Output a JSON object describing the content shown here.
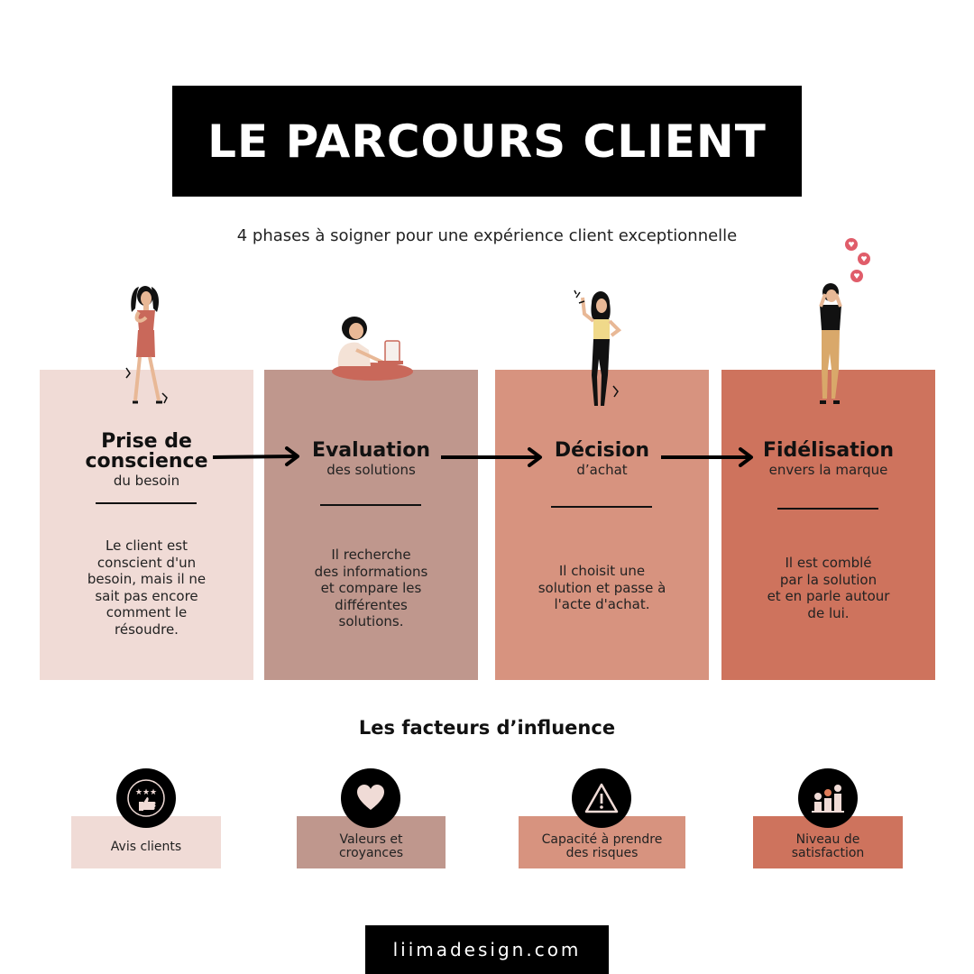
{
  "title": "LE PARCOURS CLIENT",
  "subtitle": "4 phases à soigner pour une expérience client exceptionnelle",
  "phases": [
    {
      "title_line1": "Prise de",
      "title_line2": "conscience",
      "sub": "du besoin",
      "desc": [
        "Le client est",
        "conscient d'un",
        "besoin, mais il ne",
        "sait pas encore",
        "comment le",
        "résoudre."
      ],
      "color": "#f0dbd6"
    },
    {
      "title_line1": "Evaluation",
      "sub": "des solutions",
      "desc": [
        "Il recherche",
        "des informations",
        "et compare les",
        "différentes",
        "solutions."
      ],
      "color": "#bf978d"
    },
    {
      "title_line1": "Décision",
      "sub": "d’achat",
      "desc": [
        "Il choisit une",
        "solution et passe à",
        "l'acte d'achat."
      ],
      "color": "#d7937f"
    },
    {
      "title_line1": "Fidélisation",
      "sub": "envers la marque",
      "desc": [
        "Il est comblé",
        "par la solution",
        "et en parle autour",
        "de lui."
      ],
      "color": "#ce735d"
    }
  ],
  "factors_title": "Les facteurs d’influence",
  "factors": [
    {
      "line1": "Avis clients",
      "line2": "",
      "icon": "stars-thumbs-up-icon",
      "color": "#f0dbd6"
    },
    {
      "line1": "Valeurs et",
      "line2": "croyances",
      "icon": "heart-icon",
      "color": "#bf978d"
    },
    {
      "line1": "Capacité à prendre",
      "line2": "des risques",
      "icon": "warning-icon",
      "color": "#d7937f"
    },
    {
      "line1": "Niveau de",
      "line2": "satisfaction",
      "icon": "satisfaction-faces-icon",
      "color": "#ce735d"
    }
  ],
  "footer": "liimadesign.com"
}
